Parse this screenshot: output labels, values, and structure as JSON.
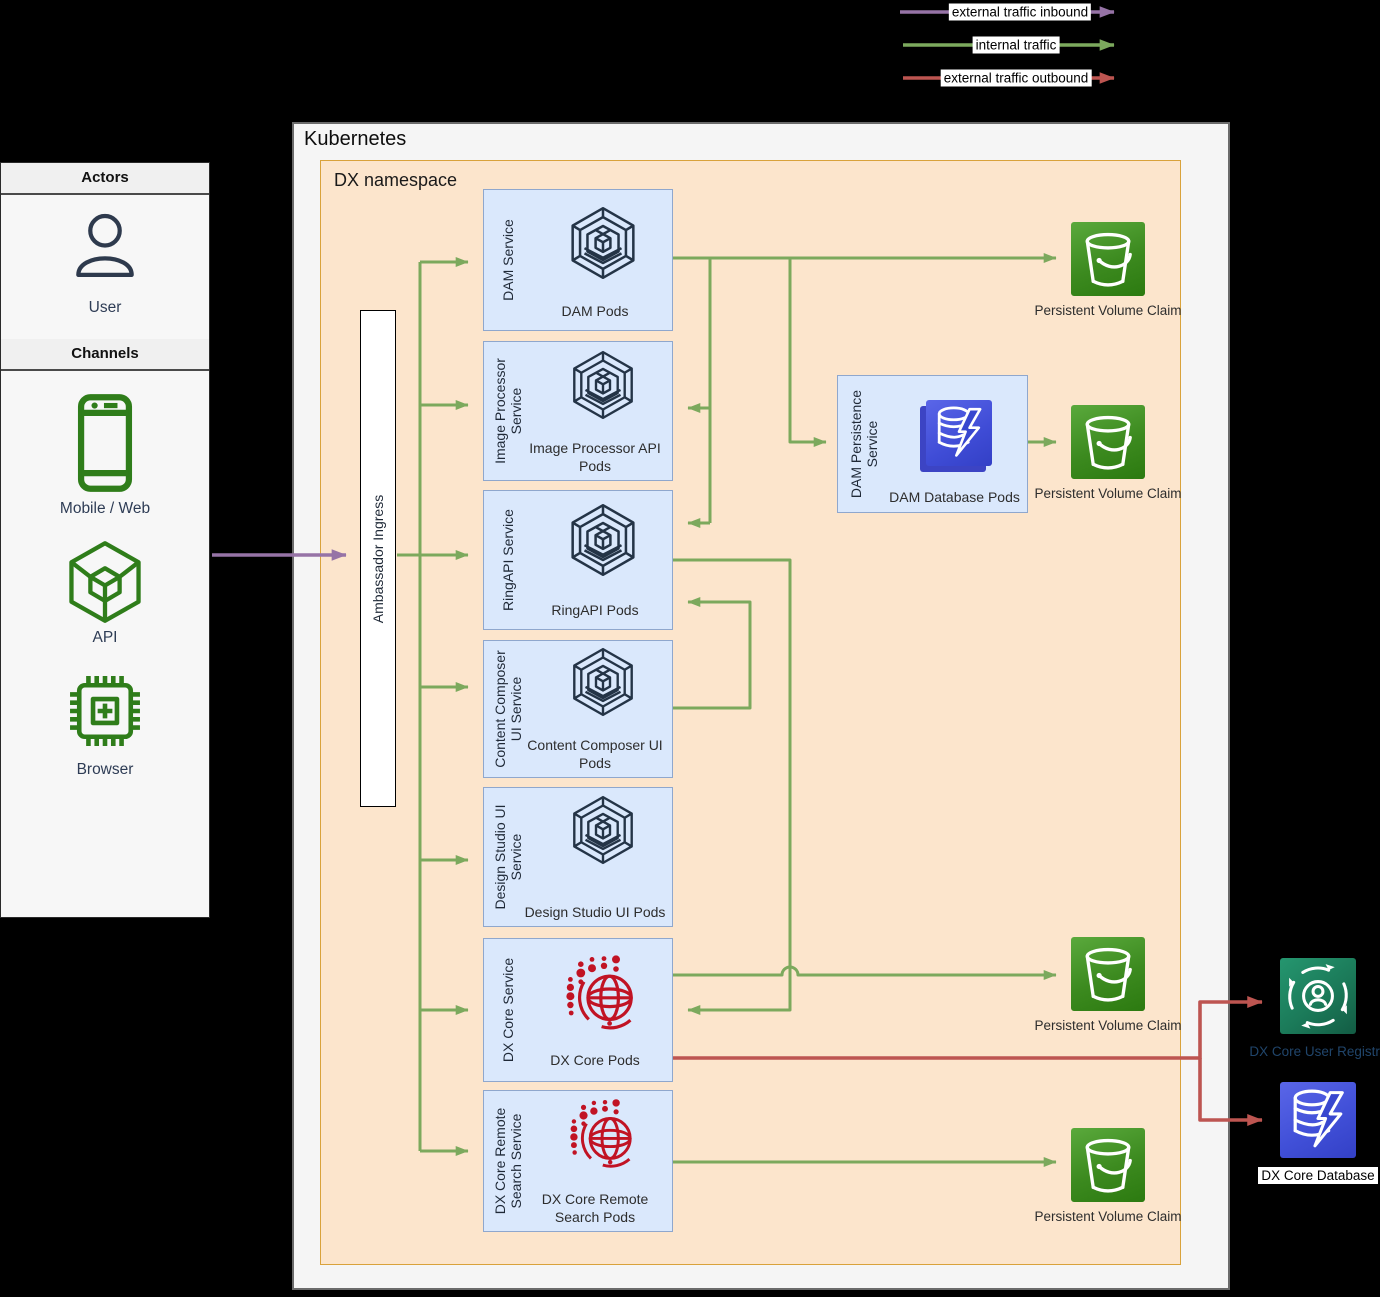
{
  "legend": {
    "items": [
      {
        "label": "external traffic inbound",
        "color": "#9673a6"
      },
      {
        "label": "internal traffic",
        "color": "#7ca95d"
      },
      {
        "label": "external traffic outbound",
        "color": "#bd5551"
      }
    ]
  },
  "sidebar": {
    "actors_header": "Actors",
    "user_label": "User",
    "channels_header": "Channels",
    "channels": [
      {
        "label": "Mobile / Web",
        "icon": "mobile-phone-icon"
      },
      {
        "label": "API",
        "icon": "api-cube-icon"
      },
      {
        "label": "Browser",
        "icon": "browser-chip-icon"
      }
    ]
  },
  "kubernetes": {
    "title": "Kubernetes"
  },
  "namespace": {
    "title": "DX namespace"
  },
  "ingress": {
    "label": "Ambassador Ingress"
  },
  "services": [
    {
      "service_label": "DAM Service",
      "pods_label": "DAM Pods",
      "icon": "pods-cube-icon"
    },
    {
      "service_label": "Image Processor Service",
      "pods_label": "Image Processor API Pods",
      "icon": "pods-cube-icon"
    },
    {
      "service_label": "RingAPI Service",
      "pods_label": "RingAPI Pods",
      "icon": "pods-cube-icon"
    },
    {
      "service_label": "Content Composer UI Service",
      "pods_label": "Content Composer UI Pods",
      "icon": "pods-cube-icon"
    },
    {
      "service_label": "Design Studio UI Service",
      "pods_label": "Design Studio UI Pods",
      "icon": "pods-cube-icon"
    },
    {
      "service_label": "DX Core Service",
      "pods_label": "DX Core Pods",
      "icon": "dx-globe-icon"
    },
    {
      "service_label": "DX Core Remote Search Service",
      "pods_label": "DX Core Remote Search Pods",
      "icon": "dx-globe-icon"
    }
  ],
  "persistence": {
    "service_label": "DAM Persistence Service",
    "pods_label": "DAM Database Pods",
    "icon": "database-bolt-icon"
  },
  "pvc": {
    "label": "Persistent Volume Claim",
    "icon": "bucket-icon",
    "count": 4
  },
  "external": [
    {
      "label": "DX Core User Registry",
      "icon": "user-registry-icon",
      "color": "#1e8465"
    },
    {
      "label": "DX Core Database",
      "icon": "database-bolt-icon",
      "color": "#4150d8"
    }
  ],
  "colors": {
    "namespace_fill": "#fce5cc",
    "namespace_border": "#d9a23b",
    "service_fill": "#dae8fc",
    "service_border": "#8fa7cd",
    "kubernetes_fill": "#f5f5f5",
    "pod_icon": "#243447",
    "dx_icon_red": "#c11324",
    "pvc_green": "#3c8a1f",
    "db_blue": "#4150d8",
    "registry_teal": "#1e8465",
    "inbound_purple": "#9673a6",
    "internal_green": "#7ca95d",
    "outbound_red": "#bd5551"
  }
}
